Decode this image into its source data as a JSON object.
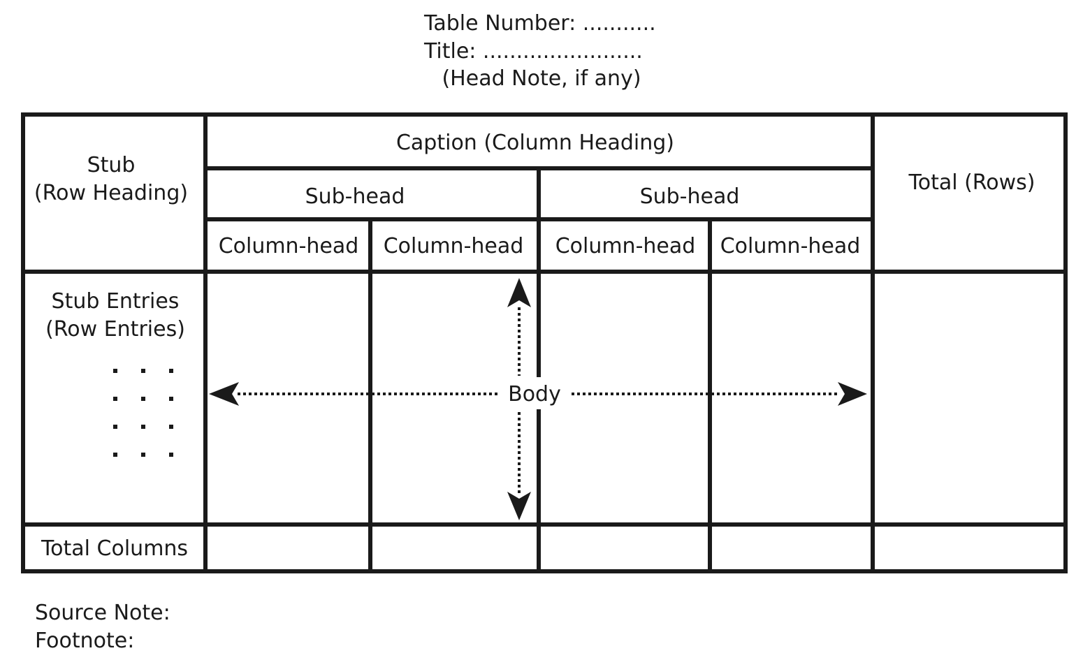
{
  "header": {
    "table_number": "Table Number: ...........",
    "title": "Title: ........................",
    "head_note": "(Head Note, if any)"
  },
  "stub": {
    "line1": "Stub",
    "line2": "(Row Heading)"
  },
  "caption": "Caption (Column Heading)",
  "subheads": [
    "Sub-head",
    "Sub-head"
  ],
  "column_heads": [
    "Column-head",
    "Column-head",
    "Column-head",
    "Column-head"
  ],
  "total_rows": "Total (Rows)",
  "stub_entries": {
    "line1": "Stub Entries",
    "line2": "(Row Entries)"
  },
  "body_label": "Body",
  "total_columns": "Total Columns",
  "footer": {
    "source_note": "Source Note:",
    "footnote": "Footnote:"
  }
}
